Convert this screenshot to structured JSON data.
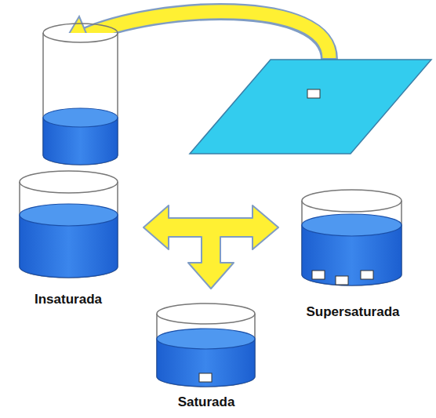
{
  "diagram": {
    "labels": [
      "Insaturada",
      "Supersaturada",
      "Saturada"
    ]
  }
}
